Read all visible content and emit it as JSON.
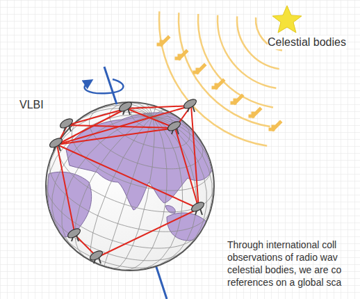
{
  "diagram": {
    "labels": [
      "VLBI",
      "Celestial bodies",
      "Through international coll",
      "observations of radio wav",
      "celestial bodies, we are co",
      "references on a global sca"
    ]
  }
}
